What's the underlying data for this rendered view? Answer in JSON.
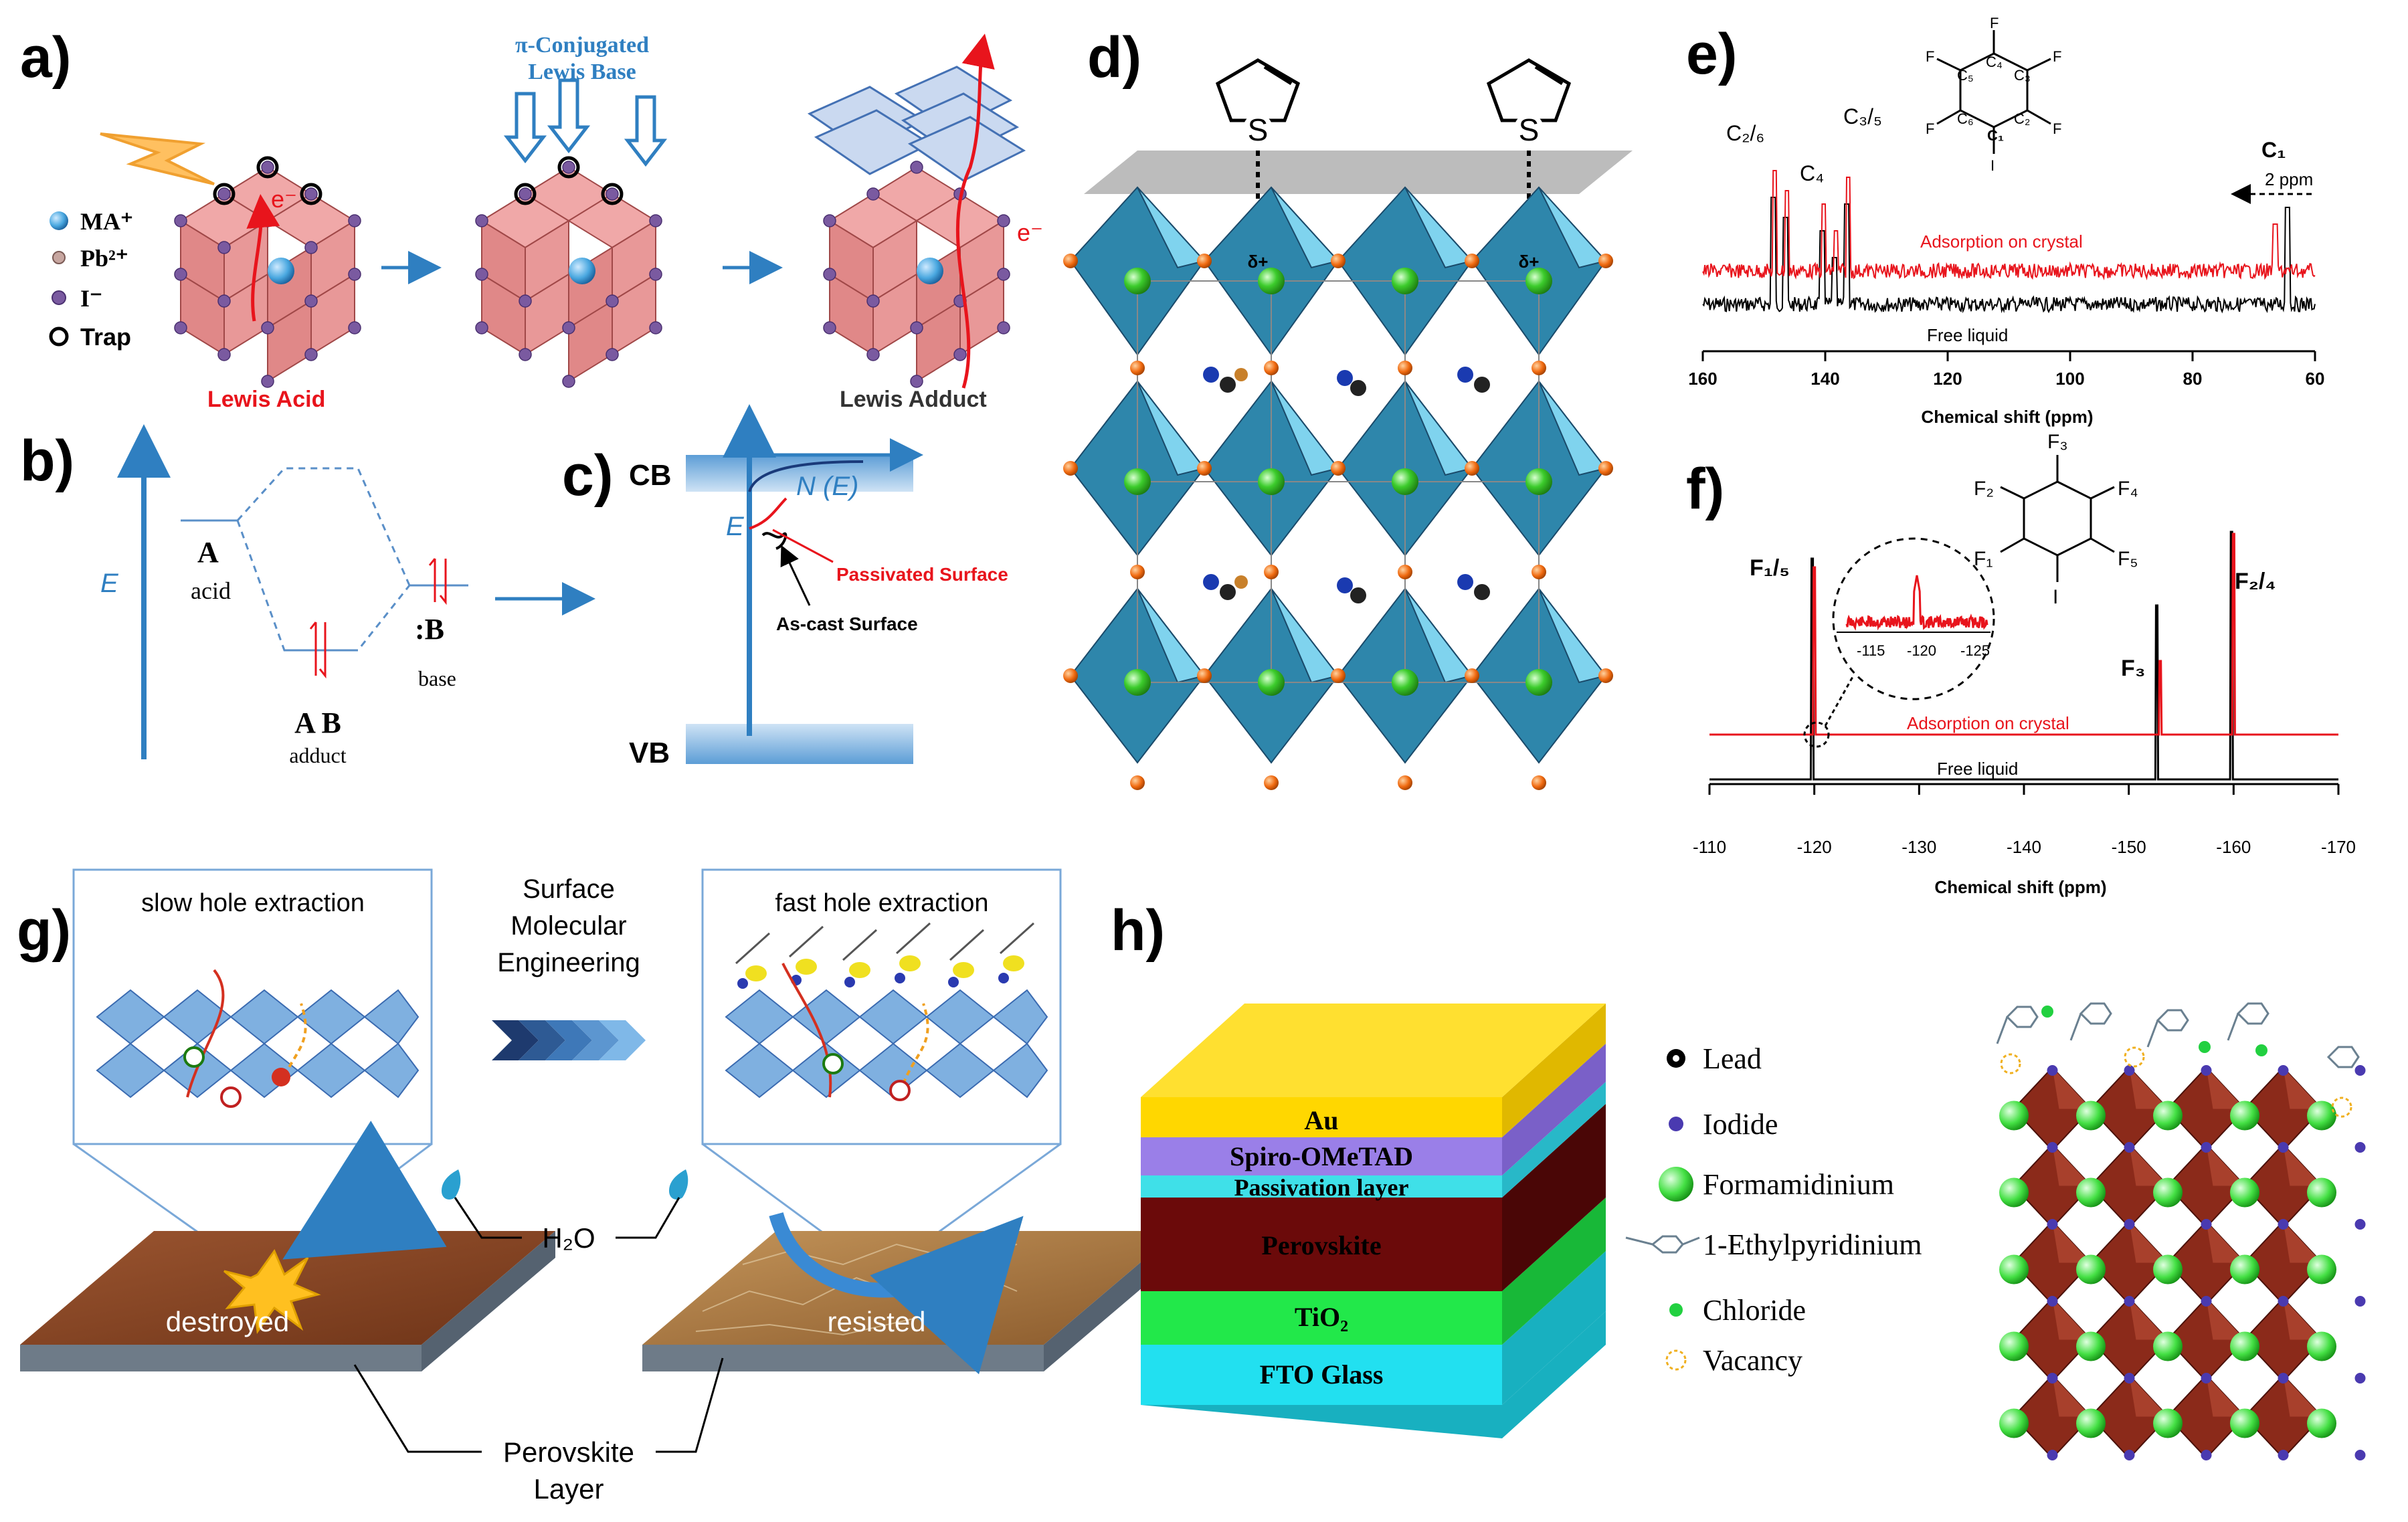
{
  "panel_labels": [
    "a)",
    "b)",
    "c)",
    "d)",
    "e)",
    "f)",
    "g)",
    "h)"
  ],
  "panel_a": {
    "legend": [
      "MA⁺",
      "Pb²⁺",
      "I⁻",
      "Trap"
    ],
    "lewis_acid": "Lewis Acid",
    "lewis_base": [
      "π-Conjugated",
      "Lewis Base"
    ],
    "lewis_adduct": "Lewis Adduct",
    "electron": "e⁻"
  },
  "panel_b": {
    "axis": "E",
    "acid_symbol": "A",
    "acid_label": "acid",
    "adduct_symbol": "A B",
    "adduct_label": "adduct",
    "base_symbol": ":B",
    "base_label": "base"
  },
  "panel_c": {
    "cb": "CB",
    "vb": "VB",
    "dos": "N (E)",
    "axis": "E",
    "passivated": "Passivated Surface",
    "ascast": "As-cast Surface"
  },
  "panel_d": {
    "sulfur": "S",
    "delta": "δ+"
  },
  "panel_e": {
    "peaks": [
      "C₂/₆",
      "C₄",
      "C₃/₅",
      "C₁"
    ],
    "shift_note": "2 ppm",
    "red_label": "Adsorption on crystal",
    "black_label": "Free liquid",
    "xticks": [
      "160",
      "140",
      "120",
      "100",
      "80",
      "60"
    ],
    "xlabel": "Chemical shift (ppm)",
    "structure_atoms": [
      "F",
      "F",
      "F",
      "F",
      "F",
      "I",
      "C₁",
      "C₂",
      "C₃",
      "C₄",
      "C₅",
      "C₆"
    ]
  },
  "panel_f": {
    "peaks": [
      "F₁/₅",
      "F₃",
      "F₂/₄"
    ],
    "inset_ticks": [
      "-115",
      "-120",
      "-125"
    ],
    "red_label": "Adsorption on crystal",
    "black_label": "Free liquid",
    "xticks": [
      "-110",
      "-120",
      "-130",
      "-140",
      "-150",
      "-160",
      "-170"
    ],
    "xlabel": "Chemical shift (ppm)",
    "structure_atoms": [
      "F₃",
      "F₂",
      "F₄",
      "F₁",
      "F₅",
      "I"
    ]
  },
  "panel_g": {
    "slow": "slow hole extraction",
    "fast": "fast hole extraction",
    "center": [
      "Surface",
      "Molecular",
      "Engineering"
    ],
    "water": "H₂O",
    "destroyed": "destroyed",
    "resisted": "resisted",
    "layer": [
      "Perovskite",
      "Layer"
    ]
  },
  "panel_h": {
    "layers": [
      "Au",
      "Spiro-OMeTAD",
      "Passivation layer",
      "Perovskite",
      "TiO₂",
      "FTO Glass"
    ],
    "legend": [
      "Lead",
      "Iodide",
      "Formamidinium",
      "1-Ethylpyridinium",
      "Chloride",
      "Vacancy"
    ]
  },
  "colors": {
    "perovskite_pink": "#e89a9a",
    "octahedron_blue": "#2e86ab",
    "nmr_red": "#e8141c",
    "arrow_blue": "#2f7fc1",
    "brown_film": "#8b4a2b",
    "gold": "#ffd700",
    "spiro_purple": "#9a7fe8",
    "passivation_cyan": "#3fe0e8",
    "perovskite_dark": "#6b0a0a",
    "tio2_green": "#22e84a",
    "fto_cyan": "#22e0f0"
  }
}
